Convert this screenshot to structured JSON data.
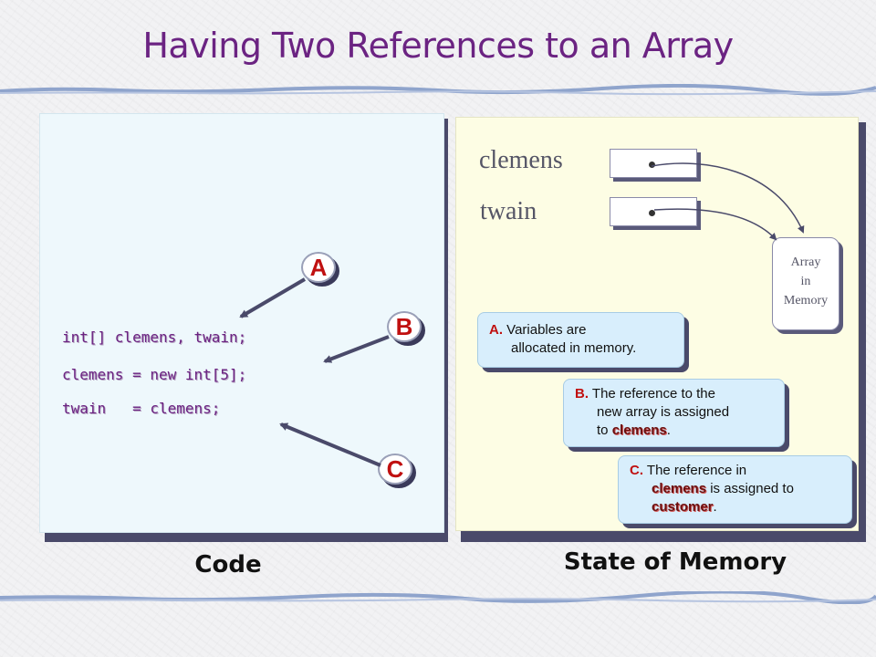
{
  "slide": {
    "title": "Having Two References to an Array"
  },
  "code": {
    "lines": [
      "int[] clemens, twain;",
      "clemens = new int[5];",
      "twain   = clemens;"
    ],
    "caption": "Code",
    "markers": [
      "A",
      "B",
      "C"
    ]
  },
  "memory": {
    "caption": "State of Memory",
    "variables": [
      "clemens",
      "twain"
    ],
    "array_label": [
      "Array",
      "in",
      "Memory"
    ],
    "notes": {
      "a": {
        "label": "A.",
        "line1": "Variables are",
        "line2": "allocated in memory."
      },
      "b": {
        "label": "B.",
        "line1": "The reference to the",
        "line2": "new array is assigned",
        "line3_pre": "to",
        "line3_var": "clemens",
        "line3_post": "."
      },
      "c": {
        "label": "C.",
        "line1": "The reference in",
        "line2_var": "clemens",
        "line2_post": "is assigned to",
        "line3_var": "customer",
        "line3_post": "."
      }
    }
  },
  "colors": {
    "title": "#6b2382",
    "code_text": "#6b2382",
    "marker_text": "#c01010",
    "arrow": "#4a4a6a",
    "code_panel_bg": "#eef8fc",
    "memory_panel_bg": "#fdfde4",
    "note_bg": "#d8eefc"
  }
}
